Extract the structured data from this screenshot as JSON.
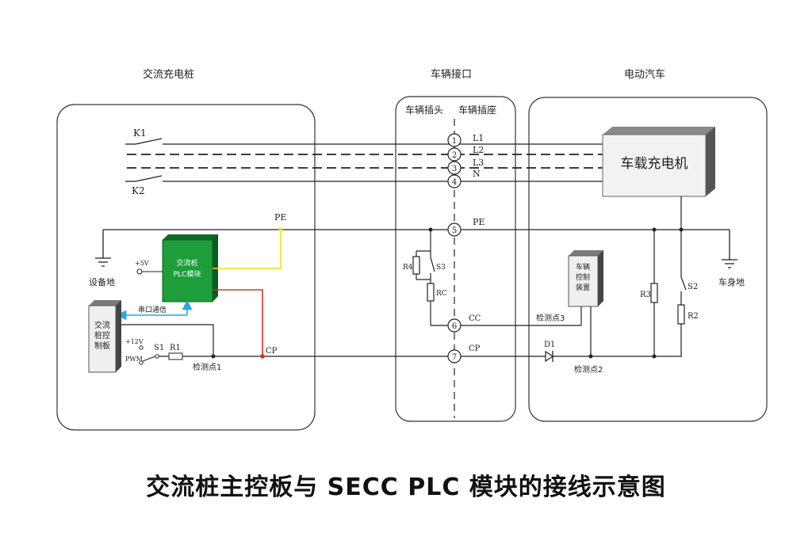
{
  "sections": {
    "charger": "交流充电桩",
    "interface": "车辆接口",
    "vehicle": "电动汽车"
  },
  "interface": {
    "plug": "车辆插头",
    "socket": "车辆插座"
  },
  "switches": {
    "k1": "K1",
    "k2": "K2",
    "s1": "S1",
    "s2": "S2",
    "s3": "S3"
  },
  "resistors": {
    "r1": "R1",
    "r2": "R2",
    "r3": "R3",
    "r4": "R4",
    "rc": "RC"
  },
  "diode": "D1",
  "lines": {
    "l1": "L1",
    "l2": "L2",
    "l3": "L3",
    "n": "N",
    "pe": "PE",
    "cc": "CC",
    "cp": "CP"
  },
  "pins": [
    "1",
    "2",
    "3",
    "4",
    "5",
    "6",
    "7"
  ],
  "labels": {
    "pe_top": "PE",
    "equipment_ground": "设备地",
    "body_ground": "车身地",
    "plus5v": "+5V",
    "plus12v": "+12V",
    "pwm": "PWM",
    "serial": "串口通信",
    "test1": "检测点1",
    "test2": "检测点2",
    "test3": "检测点3",
    "cp_node": "CP"
  },
  "blocks": {
    "plc": "交流桩\nPLC模块",
    "controller": "交流\n桩控\n制板",
    "obc": "车载充电机",
    "vcu": "车辆\n控制\n装置"
  },
  "caption": "交流桩主控板与 SECC  PLC 模块的接线示意图",
  "colors": {
    "plc_green": "#1e9e3a",
    "pe_yellow": "#f2e21a",
    "cp_red": "#e0302a",
    "serial_blue": "#2aa6e0"
  }
}
